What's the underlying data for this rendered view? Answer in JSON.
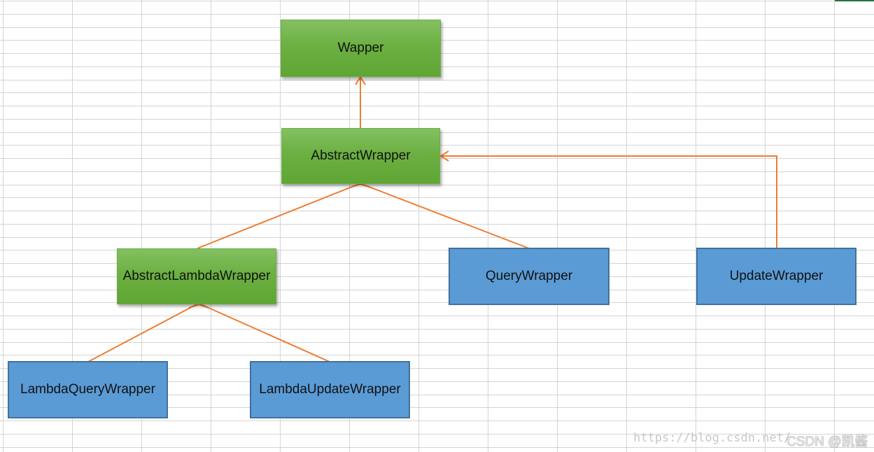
{
  "nodes": {
    "wapper": "Wapper",
    "abstract_wrapper": "AbstractWrapper",
    "abstract_lambda_wrapper": "AbstractLambdaWrapper",
    "query_wrapper": "QueryWrapper",
    "update_wrapper": "UpdateWrapper",
    "lambda_query_wrapper": "LambdaQueryWrapper",
    "lambda_update_wrapper": "LambdaUpdateWrapper"
  },
  "edges": [
    {
      "from": "AbstractWrapper",
      "to": "Wapper"
    },
    {
      "from": "AbstractLambdaWrapper",
      "to": "AbstractWrapper"
    },
    {
      "from": "QueryWrapper",
      "to": "AbstractWrapper"
    },
    {
      "from": "UpdateWrapper",
      "to": "AbstractWrapper"
    },
    {
      "from": "LambdaQueryWrapper",
      "to": "AbstractLambdaWrapper"
    },
    {
      "from": "LambdaUpdateWrapper",
      "to": "AbstractLambdaWrapper"
    }
  ],
  "watermark": "https://blog.csdn.net/",
  "brand": "CSDN @凯酱",
  "colors": {
    "green_node": "#6cb042",
    "blue_node": "#5b9bd5",
    "blue_border": "#41719c",
    "arrow": "#ed7d31",
    "gridline": "#d4d4d4"
  }
}
